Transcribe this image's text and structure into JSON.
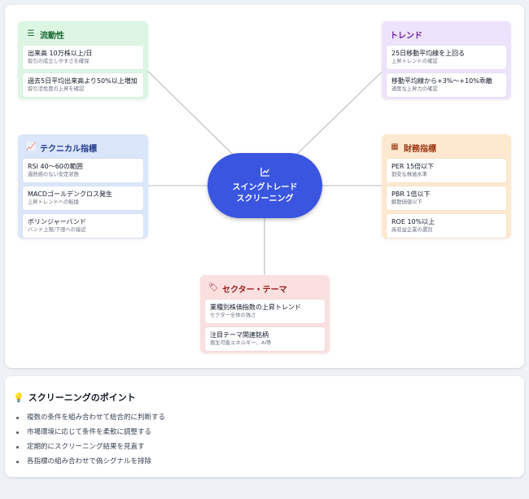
{
  "center": {
    "line1": "スイングトレード",
    "line2": "スクリーニング",
    "icon": "chart-line-icon"
  },
  "categories": [
    {
      "key": "liquidity",
      "title": "流動性",
      "color": "#1a6b34",
      "icon": "bars-icon",
      "items": [
        {
          "title": "出来高 10万株以上/日",
          "sub": "取引の成立しやすさを確保"
        },
        {
          "title": "過去5日平均出来高より50%以上増加",
          "sub": "取引活性度の上昇を確認"
        }
      ]
    },
    {
      "key": "trend",
      "title": "トレンド",
      "color": "#6b21a8",
      "icon": "trend-icon",
      "items": [
        {
          "title": "25日移動平均線を上回る",
          "sub": "上昇トレンドの確認"
        },
        {
          "title": "移動平均線から+3%～+10%乖離",
          "sub": "適度な上昇力の確認"
        }
      ]
    },
    {
      "key": "technical",
      "title": "テクニカル指標",
      "color": "#1e3a8a",
      "icon": "chart-icon",
      "items": [
        {
          "title": "RSI 40～60の範囲",
          "sub": "過熱感のない安定状態"
        },
        {
          "title": "MACDゴールデンクロス発生",
          "sub": "上昇トレンドへの転換"
        },
        {
          "title": "ボリンジャーバンド",
          "sub": "バンド上限/下限への接近"
        }
      ]
    },
    {
      "key": "financial",
      "title": "財務指標",
      "color": "#9a3412",
      "icon": "calculator-icon",
      "items": [
        {
          "title": "PER 15倍以下",
          "sub": "割安な株価水準"
        },
        {
          "title": "PBR 1倍以下",
          "sub": "解散価値以下"
        },
        {
          "title": "ROE 10%以上",
          "sub": "高収益企業の選別"
        }
      ]
    },
    {
      "key": "sector",
      "title": "セクター・テーマ",
      "color": "#991b1b",
      "icon": "tag-icon",
      "items": [
        {
          "title": "業種別株価指数の上昇トレンド",
          "sub": "セクター全体の強さ"
        },
        {
          "title": "注目テーマ関連銘柄",
          "sub": "再生可能エネルギー、AI等"
        }
      ]
    }
  ],
  "points": {
    "title": "スクリーニングのポイント",
    "icon": "lightbulb-icon",
    "items": [
      "複数の条件を組み合わせて総合的に判断する",
      "市場環境に応じて条件を柔軟に調整する",
      "定期的にスクリーニング結果を見直す",
      "各指標の組み合わせで偽シグナルを排除"
    ]
  }
}
